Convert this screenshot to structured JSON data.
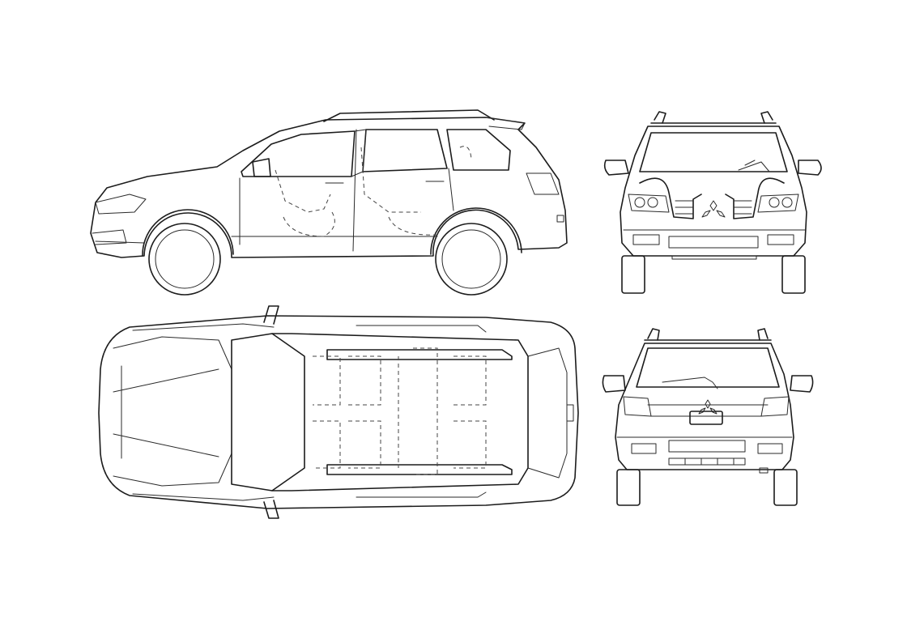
{
  "sheet": {
    "line_color": "#1c1c1c",
    "background": "#ffffff",
    "views": [
      "side-view",
      "top-view",
      "front-view",
      "rear-view"
    ],
    "brand_emblem_icon": "three-diamond-emblem-icon"
  }
}
